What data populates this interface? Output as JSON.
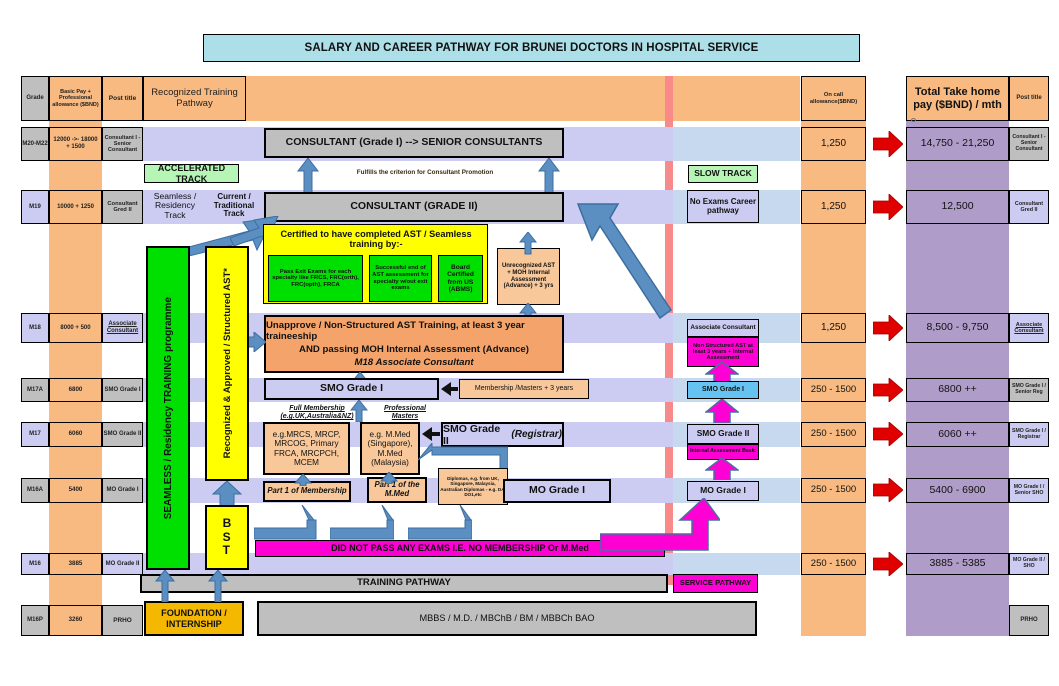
{
  "title": "SALARY AND CAREER PATHWAY FOR BRUNEI DOCTORS IN HOSPITAL SERVICE",
  "colors": {
    "title_fill": "#addfe8",
    "orange_band": "#f8ba80",
    "lavender": "#ccccf2",
    "grey": "#bfbfbf",
    "green_bright": "#00e000",
    "green_pale": "#b6f5b6",
    "yellow": "#ffff00",
    "orange_box": "#f4a46a",
    "peach": "#f8c89a",
    "magenta": "#ff00d4",
    "purple": "#b09cc8",
    "red_arrow": "#e00000",
    "blue_arrow": "#5b8fc2",
    "salmon_divider": "#f98a8a",
    "lightblue": "#c6d9ef",
    "skyblue": "#66c2f0"
  },
  "header": {
    "grade": "Grade",
    "basic_pay": "Basic Pay + Professional allowance ($BND)",
    "post_title": "Post title",
    "recognized_training_pathway": "Recognized Training Pathway",
    "on_call": "On call allowance($BND)",
    "total_take_home": "Total Take home pay ($BND) / mth",
    "post_title_right": "Post title"
  },
  "rows": [
    {
      "grade": "M20-M22",
      "pay": "12000 ->- 18000 + 1500",
      "post": "Consultant I - Senior Consultant",
      "oncall": "1,250",
      "total": "14,750 - 21,250",
      "post_right": "Consultant I - Senior Consultant"
    },
    {
      "grade": "M19",
      "pay": "10000 + 1250",
      "post": "Consultant Gred II",
      "oncall": "1,250",
      "total": "12,500",
      "post_right": "Consultant Gred II"
    },
    {
      "grade": "M18",
      "pay": "8000 + 500",
      "post": "Associate Consultant",
      "oncall": "1,250",
      "total": "8,500 - 9,750",
      "post_right": "Associate Consultant"
    },
    {
      "grade": "M17A",
      "pay": "6800",
      "post": "SMO Grade I",
      "oncall": "250 - 1500",
      "total": "6800 ++",
      "post_right": "SMO Grade I / Senior Reg"
    },
    {
      "grade": "M17",
      "pay": "6060",
      "post": "SMO Grade II",
      "oncall": "250 - 1500",
      "total": "6060 ++",
      "post_right": "SMO Grade I / Registrar"
    },
    {
      "grade": "M16A",
      "pay": "5400",
      "post": "MO Grade I",
      "oncall": "250 - 1500",
      "total": "5400 - 6900",
      "post_right": "MO Grade I / Senior SHO"
    },
    {
      "grade": "M16",
      "pay": "3885",
      "post": "MO Grade II",
      "oncall": "250 - 1500",
      "total": "3885 - 5385",
      "post_right": "MO Grade II / SHO"
    },
    {
      "grade": "M16P",
      "pay": "3260",
      "post": "PRHO",
      "oncall": "",
      "total": "",
      "post_right": "PRHO"
    }
  ],
  "center": {
    "consultant_grade1": "CONSULTANT (Grade I) --> SENIOR CONSULTANTS",
    "consultant_grade2": "CONSULTANT (GRADE II)",
    "accelerated_track": "ACCELERATED TRACK",
    "slow_track": "SLOW TRACK",
    "fulfills": "Fulfills the criterion for Consultant Promotion",
    "no_exams": "No Exams Career pathway",
    "seamless_track": "Seamless / Residency Track",
    "current_track": "Current / Traditional Track",
    "seamless_programme": "SEAMLESS / Residency TRAINING programme",
    "recognized_ast": "Recognized & Approved / Structured AST*",
    "bst": "B S T",
    "certified_header": "Certified to have completed AST / Seamless training by:-",
    "certified_b1": "Pass Exit Exams for each specialty like FRCS, FRC(orth), FRC(opth), FRCA",
    "certified_b2": "Successful end of AST assessment for specialty w/out exit exams",
    "certified_b3": "Board Certified from US (ABMS)",
    "unrecognized_ast": "Unrecognized AST + MOH Internal Assessment (Advance) +  3 yrs",
    "unapprove_l1": "Unapprove / Non-Structured AST Training, at least 3 year traineeship",
    "unapprove_l2": "AND passing MOH Internal Assessment (Advance)",
    "unapprove_l3": "M18 Associate Consultant",
    "smo_grade1": "SMO Grade I",
    "membership_masters": "Membership /Masters + 3 years",
    "full_membership": "Full Membership (e.g.UK,Australia&NZ)",
    "professional_masters": "Professional Masters",
    "memberships_list": "e.g.MRCS, MRCP, MRCOG, Primary FRCA, MRCPCH, MCEM",
    "masters_list": "e.g. M.Med (Singapore), M.Med (Malaysia)",
    "smo_grade2": "SMO Grade II (Registrar)",
    "smo_grade2_plain": "SMO Grade II",
    "smo_grade2_ital": "(Registrar)",
    "part1_membership": "Part 1 of Membership",
    "part1_mmed": "Part 1 of the M.Med",
    "diplomas": "Diplomas, e.g. from UK, Singapore, Malaysia, Australian Diplomas - e.g. DA, DO1,etc",
    "mo_grade1": "MO Grade I",
    "did_not_pass": "DID NOT PASS ANY EXAMS I.E. NO MEMBERSHIP Or M.Med",
    "training_pathway": "TRAINING PATHWAY",
    "service_pathway": "SERVICE PATHWAY",
    "foundation": "FOUNDATION / INTERNSHIP",
    "degrees": "MBBS / M.D. / MBChB / BM / MBBCh BAO"
  },
  "service_column": {
    "associate_consultant": "Associate Consultant",
    "non_structured": "Non Structured AST at least 3 years + Internal Assessment",
    "smo_grade1": "SMO Grade I",
    "smo_grade2": "SMO Grade II",
    "internal_assessment": "Internal Assessment Basic",
    "mo_grade1": "MO Grade I"
  }
}
